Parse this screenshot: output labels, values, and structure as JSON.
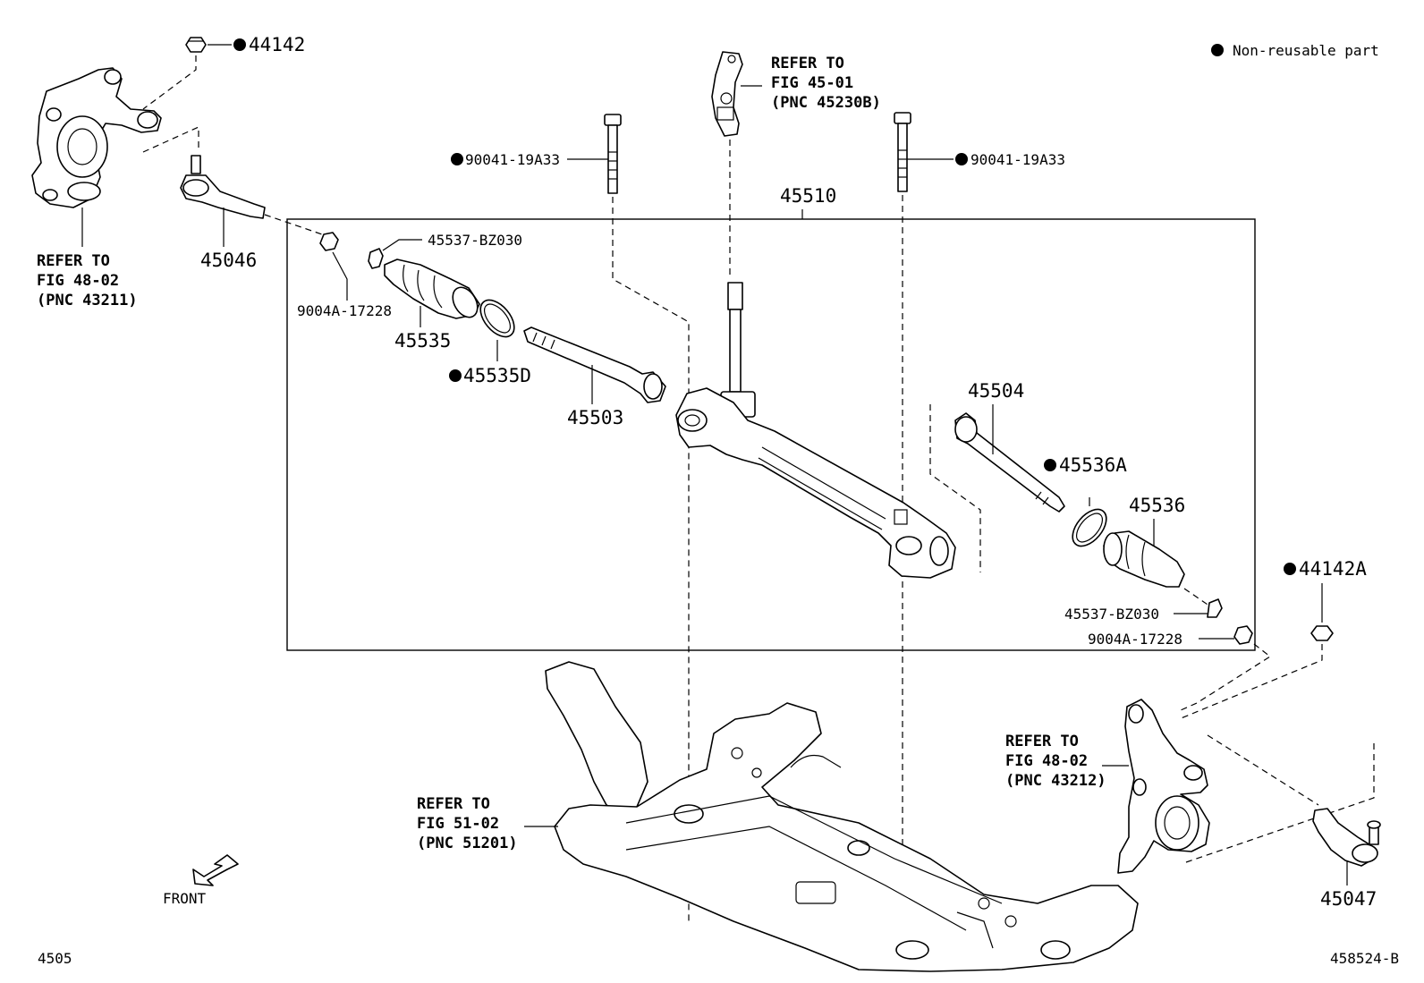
{
  "legend": {
    "text": "Non-reusable part"
  },
  "labels": {
    "p44142": "44142",
    "p44142a": "44142A",
    "p45046": "45046",
    "p45047": "45047",
    "p45510": "45510",
    "p45503": "45503",
    "p45504": "45504",
    "p45535": "45535",
    "p45535d": "45535D",
    "p45536": "45536",
    "p45536a": "45536A",
    "p45537_left": "45537-BZ030",
    "p45537_right": "45537-BZ030",
    "p9004a_left": "9004A-17228",
    "p9004a_right": "9004A-17228",
    "p90041_left": "90041-19A33",
    "p90041_right": "90041-19A33"
  },
  "refs": {
    "knuckle_left": [
      "REFER TO",
      "FIG 48-02",
      "(PNC 43211)"
    ],
    "shaft": [
      "REFER TO",
      "FIG 45-01",
      "(PNC 45230B)"
    ],
    "knuckle_right": [
      "REFER TO",
      "FIG 48-02",
      "(PNC 43212)"
    ],
    "crossmember": [
      "REFER TO",
      "FIG 51-02",
      "(PNC 51201)"
    ]
  },
  "front_label": "FRONT",
  "footer": {
    "left": "4505",
    "right": "458524-B"
  }
}
